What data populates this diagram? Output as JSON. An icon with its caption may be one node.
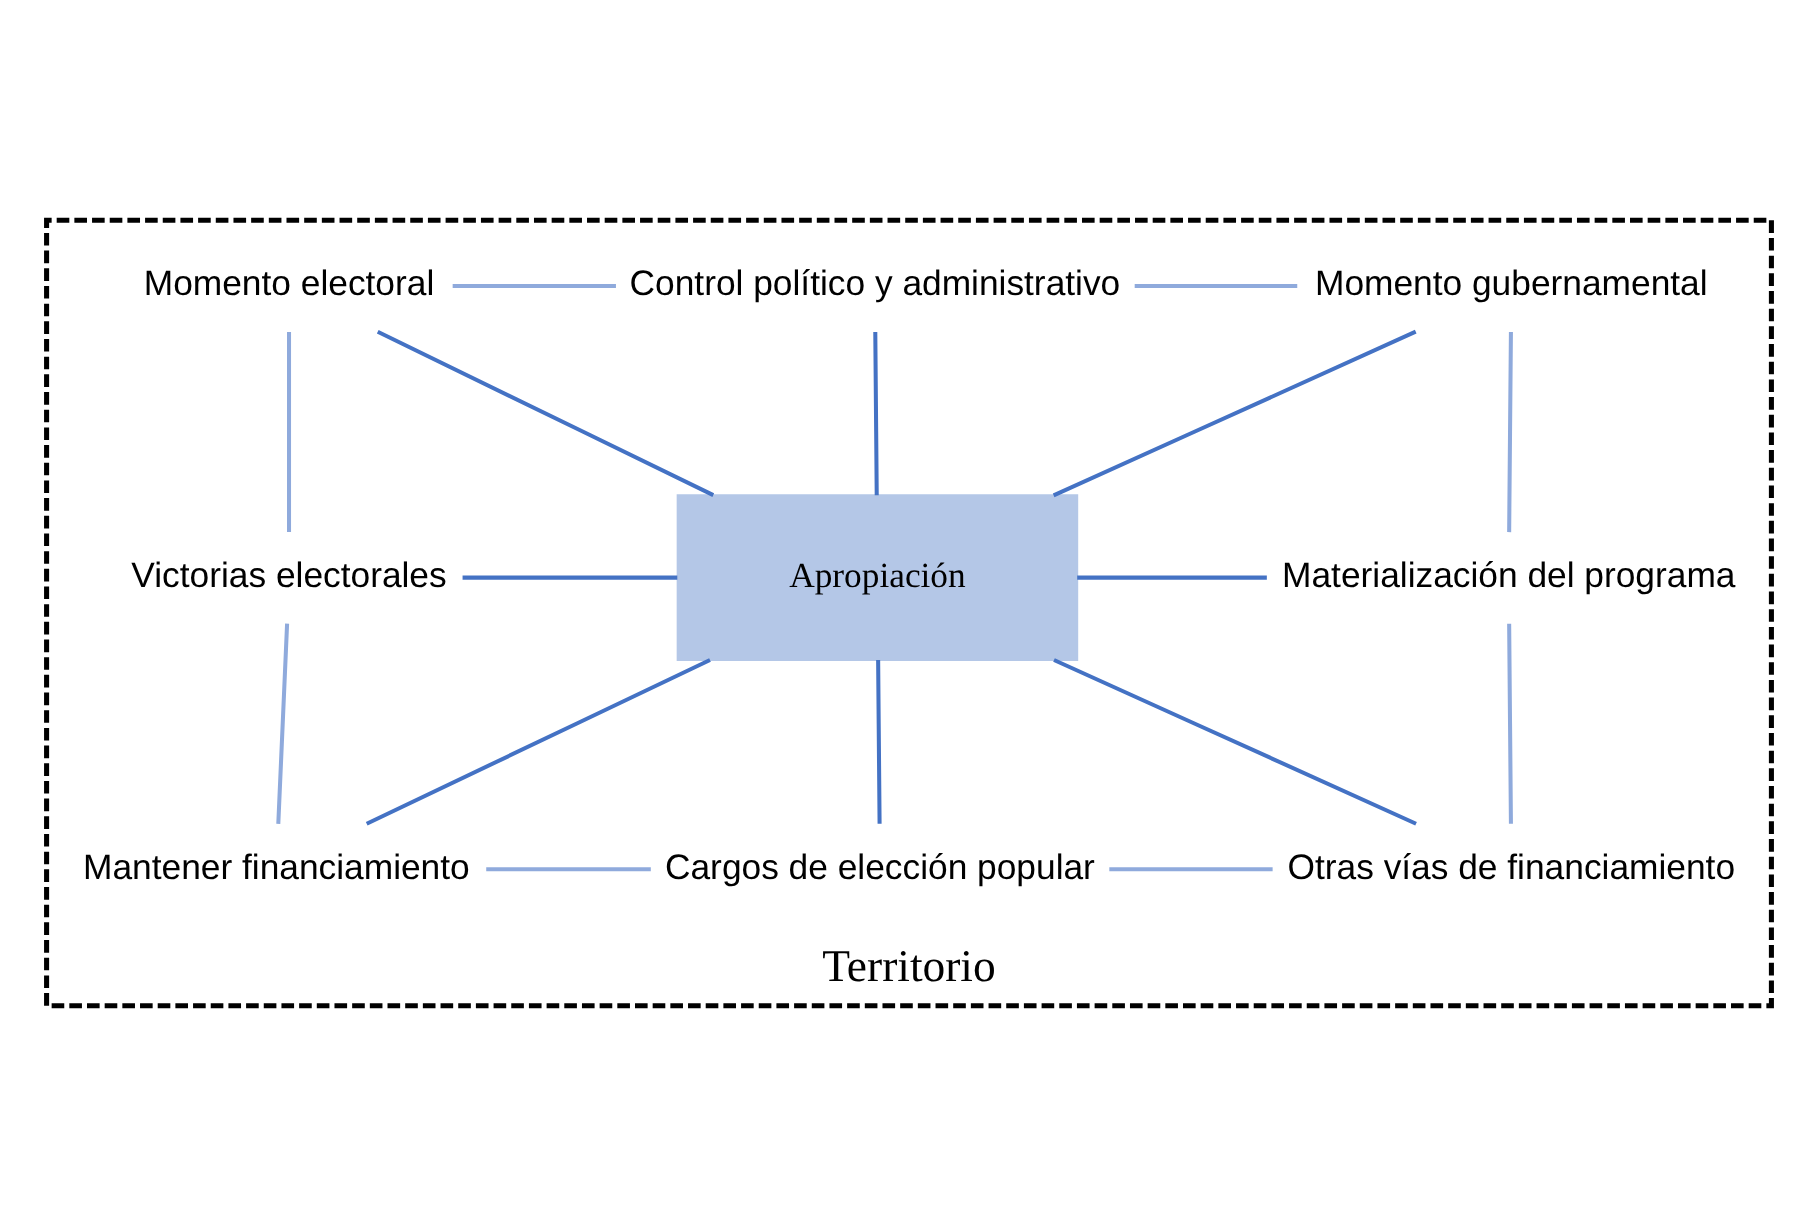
{
  "diagram": {
    "nodes": [
      {
        "text": [
          "Territorio"
        ]
      },
      {
        "text": [
          "Momento electoral"
        ],
        "in": 0
      },
      {
        "text": [
          "Control político y administrativo"
        ],
        "in": 0
      },
      {
        "text": [
          "Momento gubernamental"
        ],
        "in": 0
      },
      {
        "text": [
          "Victorias electorales"
        ],
        "in": 0
      },
      {
        "text": [
          "Apropiación"
        ],
        "in": 0
      },
      {
        "text": [
          "Materialización del programa"
        ],
        "in": 0
      },
      {
        "text": [
          "Mantener financiamiento"
        ],
        "in": 0
      },
      {
        "text": [
          "Cargos de elección popular"
        ],
        "in": 0
      },
      {
        "text": [
          "Otras vías de financiamiento"
        ],
        "in": 0
      }
    ],
    "edges": [
      {
        "from": 1,
        "to": 2,
        "arrow": "none",
        "color": "#8faadc"
      },
      {
        "from": 2,
        "to": 3,
        "arrow": "none",
        "color": "#8faadc"
      },
      {
        "from": 1,
        "to": 4,
        "arrow": "none",
        "color": "#8faadc"
      },
      {
        "from": 3,
        "to": 6,
        "arrow": "none",
        "color": "#8faadc"
      },
      {
        "from": 4,
        "to": 7,
        "arrow": "none",
        "color": "#8faadc"
      },
      {
        "from": 6,
        "to": 9,
        "arrow": "none",
        "color": "#8faadc"
      },
      {
        "from": 7,
        "to": 8,
        "arrow": "none",
        "color": "#8faadc"
      },
      {
        "from": 8,
        "to": 9,
        "arrow": "none",
        "color": "#8faadc"
      },
      {
        "from": 1,
        "to": 5,
        "arrow": "none"
      },
      {
        "from": 2,
        "to": 5,
        "arrow": "none"
      },
      {
        "from": 3,
        "to": 5,
        "arrow": "none"
      },
      {
        "from": 4,
        "to": 5,
        "arrow": "none"
      },
      {
        "from": 5,
        "to": 6,
        "arrow": "none"
      },
      {
        "from": 5,
        "to": 7,
        "arrow": "none"
      },
      {
        "from": 5,
        "to": 8,
        "arrow": "none"
      },
      {
        "from": 5,
        "to": 9,
        "arrow": "none"
      }
    ]
  }
}
